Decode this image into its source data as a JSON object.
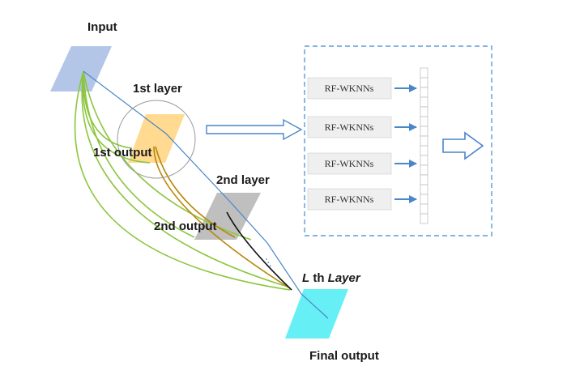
{
  "diagram": {
    "labels": {
      "input": "Input",
      "layer1": "1st layer",
      "output1": "1st output",
      "layer2": "2nd layer",
      "output2": "2nd output",
      "ellipsis": "···",
      "lth_layer_prefix": "L",
      "lth_layer_th": " th ",
      "lth_layer_word": "Layer",
      "final_output": "Final output"
    },
    "rf_blocks": [
      "RF-WKNNs",
      "RF-WKNNs",
      "RF-WKNNs",
      "RF-WKNNs"
    ],
    "colors": {
      "input_plane": "#b4c6e7",
      "layer1_plane": "#ffd88a",
      "layer2_plane": "#bfbfbf",
      "final_plane": "#66f0f5",
      "green_lines": "#8cc63f",
      "brown_lines": "#b8860b",
      "black_line": "#000000",
      "blue_arrows": "#5b9bd5",
      "dashed_border": "#5b9bd5",
      "rf_box": "#efefef"
    }
  }
}
